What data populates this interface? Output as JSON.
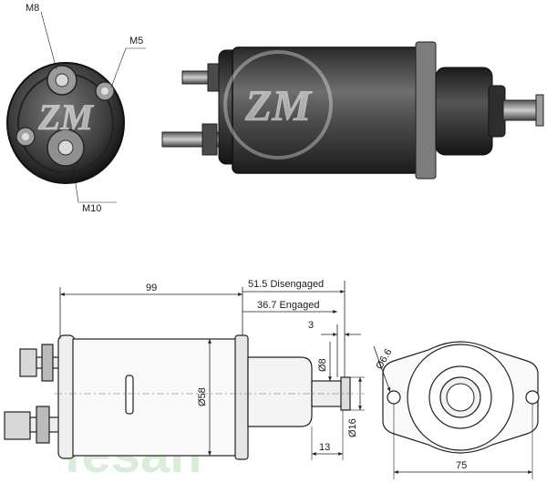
{
  "photo_labels": {
    "stud_top": "M8",
    "stud_small": "M5",
    "stud_bottom": "M10"
  },
  "logo": {
    "text": "ZM",
    "color": "#ffffff"
  },
  "dimensions": {
    "body_length": "99",
    "stroke_disengaged": "51.5 Disengaged",
    "stroke_engaged": "36.7 Engaged",
    "gap": "3",
    "plunger_dia": "Ø8",
    "body_dia": "Ø58",
    "shaft_dia": "Ø16",
    "plunger_length": "13",
    "hole_dia": "Ø6.6",
    "flange_width": "75"
  },
  "watermark": {
    "text": "fesan",
    "color": "#d6ecd4"
  },
  "colors": {
    "line": "#222222",
    "metal_dark": "#3a3a3a",
    "metal_light": "#9a9a9a"
  }
}
